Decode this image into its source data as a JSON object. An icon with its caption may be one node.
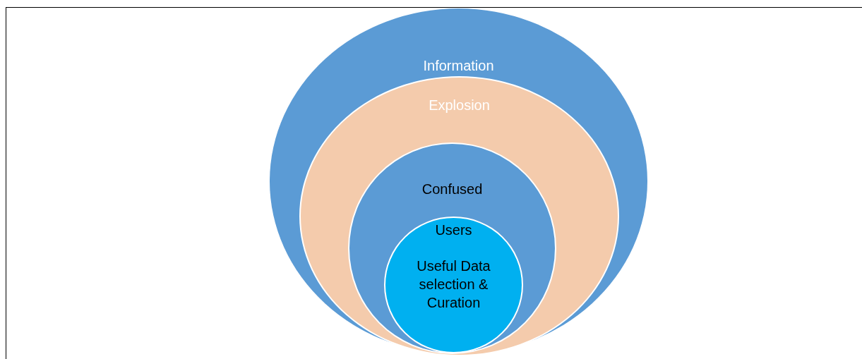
{
  "diagram": {
    "nodes": [
      {
        "text": [
          "Information"
        ]
      },
      {
        "text": [
          "Explosion"
        ],
        "in": 0
      },
      {
        "text": [
          "Confused"
        ],
        "in": 1
      },
      {
        "text": [
          "Users",
          "Useful Data selection & Curation"
        ],
        "in": 2
      }
    ]
  }
}
